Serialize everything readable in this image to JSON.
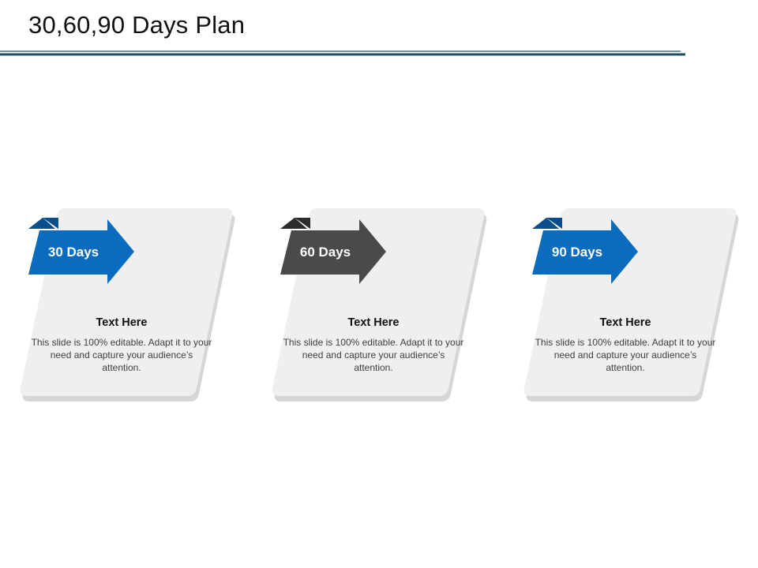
{
  "slide": {
    "title": "30,60,90 Days Plan"
  },
  "colors": {
    "blue": "#0b6cbf",
    "blue_dark": "#0a4f8c",
    "gray": "#4a4a4a",
    "gray_dark": "#2c2c2c",
    "card": "#eeeeee",
    "rule": "#1f4e5a"
  },
  "cards": [
    {
      "label": "30 Days",
      "heading": "Text Here",
      "body": "This slide is 100% editable. Adapt it to your need and capture your audience’s attention.",
      "arrow_color": "blue"
    },
    {
      "label": "60 Days",
      "heading": "Text Here",
      "body": "This slide is 100% editable. Adapt it to your need and capture your audience’s attention.",
      "arrow_color": "gray"
    },
    {
      "label": "90 Days",
      "heading": "Text Here",
      "body": "This slide is 100% editable. Adapt it to your need and capture your audience’s attention.",
      "arrow_color": "blue"
    }
  ]
}
